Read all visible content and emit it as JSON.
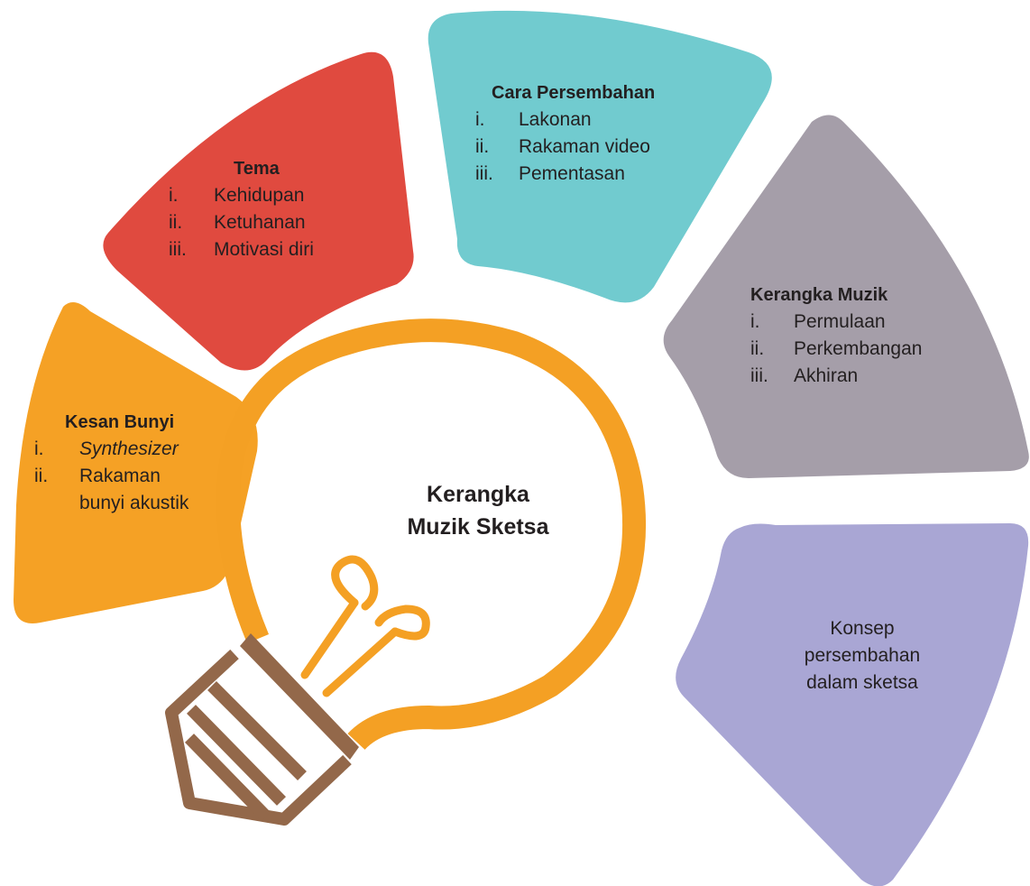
{
  "center": {
    "line1": "Kerangka",
    "line2": "Muzik Sketsa"
  },
  "petals": {
    "kesan_bunyi": {
      "title": "Kesan Bunyi",
      "items": [
        {
          "num": "i.",
          "text": "Synthesizer"
        },
        {
          "num": "ii.",
          "text": "Rakaman",
          "text2": "bunyi akustik"
        }
      ]
    },
    "tema": {
      "title": "Tema",
      "items": [
        {
          "num": "i.",
          "text": "Kehidupan"
        },
        {
          "num": "ii.",
          "text": "Ketuhanan"
        },
        {
          "num": "iii.",
          "text": "Motivasi diri"
        }
      ]
    },
    "cara_persembahan": {
      "title": "Cara Persembahan",
      "items": [
        {
          "num": "i.",
          "text": "Lakonan"
        },
        {
          "num": "ii.",
          "text": "Rakaman video"
        },
        {
          "num": "iii.",
          "text": "Pementasan"
        }
      ]
    },
    "kerangka_muzik": {
      "title": "Kerangka Muzik",
      "items": [
        {
          "num": "i.",
          "text": "Permulaan"
        },
        {
          "num": "ii.",
          "text": "Perkembangan"
        },
        {
          "num": "iii.",
          "text": "Akhiran"
        }
      ]
    },
    "konsep": {
      "line1": "Konsep",
      "line2": "persembahan",
      "line3": "dalam sketsa"
    }
  },
  "colors": {
    "orange": "#f5a125",
    "red": "#e04a3f",
    "teal": "#71cbcf",
    "grey": "#a59ea9",
    "lavender": "#a9a6d4",
    "bulb_stroke": "#f4a024",
    "base_brown": "#93684a"
  }
}
